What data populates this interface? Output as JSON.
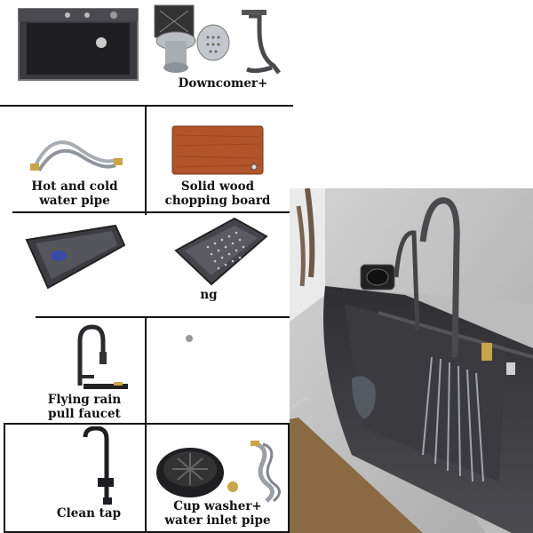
{
  "captions": {
    "sink_partial": "",
    "downcomer": "Downcomer+",
    "hose_line1": "Hot and cold",
    "hose_line2": "water pipe",
    "board_line1": "Solid wood",
    "board_line2": "chopping board",
    "basket_partial": "ng",
    "faucet_line1": "Flying rain",
    "faucet_line2": "pull faucet",
    "clean_tap": "Clean tap",
    "washer_line1": "Cup washer+",
    "washer_line2": "water inlet pipe"
  },
  "colors": {
    "sink_black": "#2a2a2e",
    "steel": "#9aa0a6",
    "wood": "#b0552a",
    "border": "#111111"
  }
}
